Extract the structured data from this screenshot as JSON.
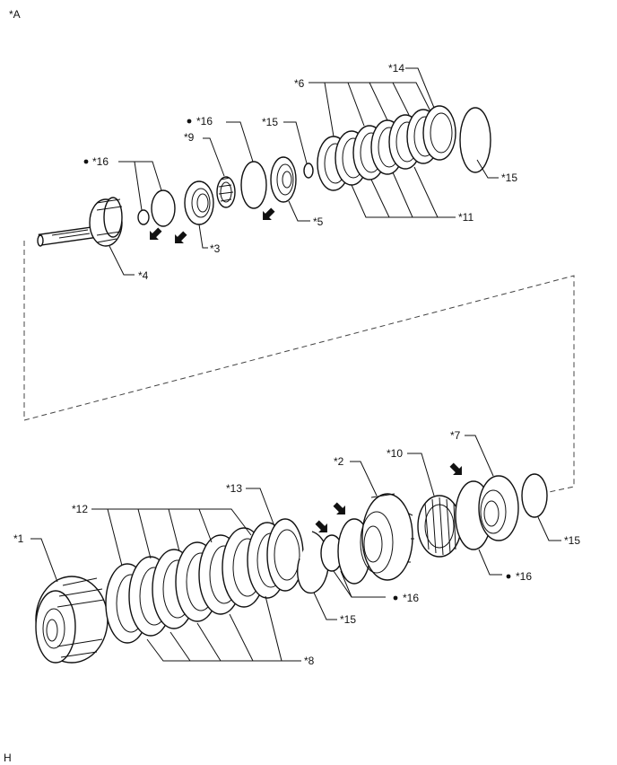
{
  "figure": {
    "view_label": "*A",
    "corner_code": "H",
    "callouts": {
      "c1": "*1",
      "c2": "*2",
      "c3": "*3",
      "c4": "*4",
      "c5": "*5",
      "c6": "*6",
      "c7": "*7",
      "c8": "*8",
      "c9": "*9",
      "c10": "*10",
      "c11": "*11",
      "c12": "*12",
      "c13": "*13",
      "c14": "*14",
      "c15a": "*15",
      "c15b": "*15",
      "c15c": "*15",
      "c15d": "*15",
      "c16a": "*16",
      "c16b": "*16",
      "c16c": "*16",
      "c16d": "*16"
    }
  }
}
